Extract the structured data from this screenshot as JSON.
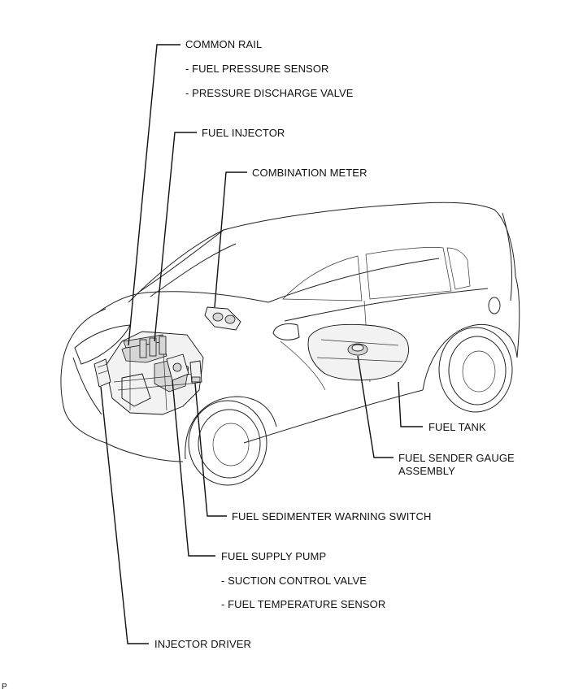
{
  "labels": {
    "common_rail": "COMMON RAIL",
    "fuel_pressure_sensor": "- FUEL PRESSURE SENSOR",
    "pressure_discharge_valve": "- PRESSURE DISCHARGE VALVE",
    "fuel_injector": "FUEL INJECTOR",
    "combination_meter": "COMBINATION METER",
    "fuel_tank": "FUEL TANK",
    "fuel_sender_gauge_1": "FUEL SENDER GAUGE",
    "fuel_sender_gauge_2": "ASSEMBLY",
    "fuel_sedimenter_warning_switch": "FUEL SEDIMENTER WARNING SWITCH",
    "fuel_supply_pump": "FUEL SUPPLY PUMP",
    "suction_control_valve": "- SUCTION CONTROL VALVE",
    "fuel_temperature_sensor": "- FUEL TEMPERATURE SENSOR",
    "injector_driver": "INJECTOR DRIVER"
  },
  "corner_mark": "P",
  "colors": {
    "line": "#111111",
    "background": "#ffffff"
  }
}
